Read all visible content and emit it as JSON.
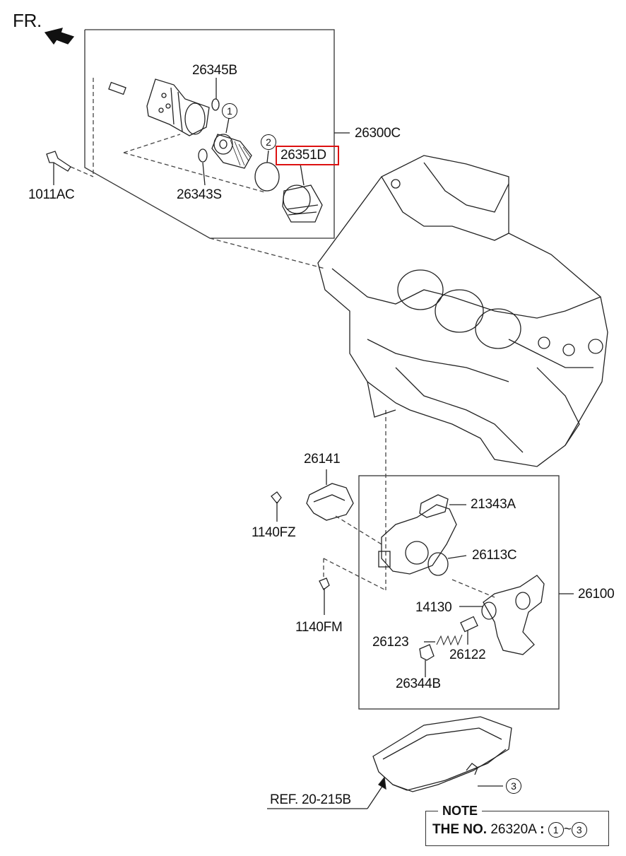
{
  "header": {
    "fr_label": "FR."
  },
  "parts": {
    "p26345B": "26345B",
    "p26300C": "26300C",
    "p26351D": "26351D",
    "p1011AC": "1011AC",
    "p26343S": "26343S",
    "p26141": "26141",
    "p1140FZ": "1140FZ",
    "p21343A": "21343A",
    "p26113C": "26113C",
    "p26100": "26100",
    "p14130": "14130",
    "p26123": "26123",
    "p26122": "26122",
    "p1140FM": "1140FM",
    "p26344B": "26344B"
  },
  "callouts": {
    "c1": "1",
    "c2": "2",
    "c3": "3"
  },
  "reference": {
    "prefix": "REF.",
    "number": "20-215B"
  },
  "note": {
    "title": "NOTE",
    "prefix": "THE NO.",
    "part": "26320A",
    "sep": ":",
    "from": "1",
    "range": "~",
    "to": "3"
  },
  "highlight_color": "#dd1111"
}
